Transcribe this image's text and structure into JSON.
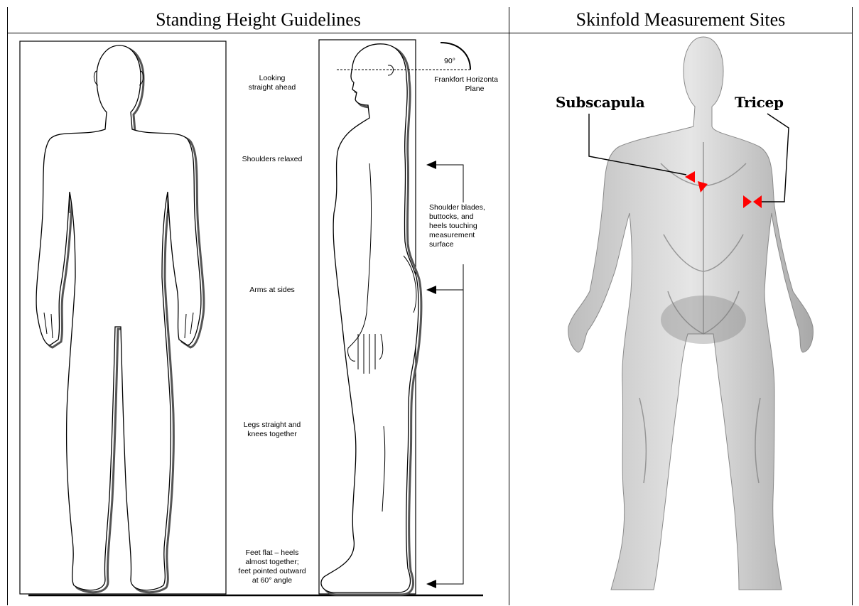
{
  "table": {
    "left_header": "Standing Height Guidelines",
    "right_header": "Skinfold Measurement Sites"
  },
  "height_figure": {
    "angle_label": "90°",
    "plane_label_line1": "Frankfort Horizonta",
    "plane_label_line2": "Plane",
    "notes": {
      "looking": [
        "Looking",
        "straight ahead"
      ],
      "shoulders": [
        "Shoulders relaxed"
      ],
      "arms": [
        "Arms at sides"
      ],
      "legs": [
        "Legs straight and",
        "knees together"
      ],
      "feet": [
        "Feet flat – heels",
        "almost together;",
        "feet pointed outward",
        "at 60° angle"
      ]
    },
    "contact_note": [
      "Shoulder blades,",
      "buttocks, and",
      "heels touching",
      "measurement",
      "surface"
    ]
  },
  "skinfold_figure": {
    "sites": [
      {
        "name": "Subscapula"
      },
      {
        "name": "Tricep"
      }
    ],
    "marker_color": "#ff0000"
  }
}
